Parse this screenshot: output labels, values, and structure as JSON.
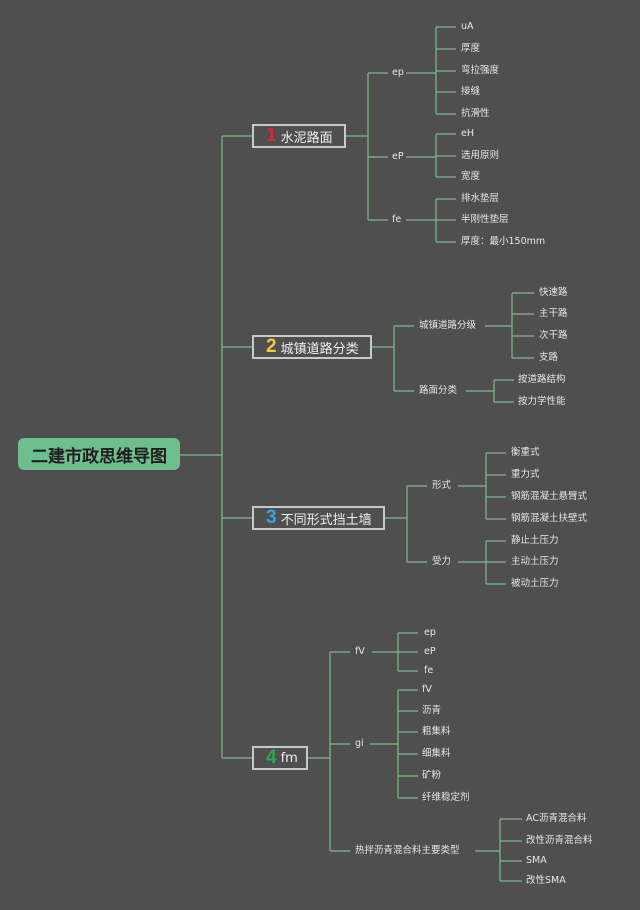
{
  "root": "二建市政思维导图",
  "colors": {
    "background": "#4f4f4f",
    "root_fill": "#6fbf8e",
    "connector": "#7fb88e",
    "num1": "#d8283a",
    "num2": "#f3c83a",
    "num3": "#3b9fe0",
    "num4": "#2fa84a"
  },
  "branches": [
    {
      "num": "1",
      "title": "水泥路面",
      "children": [
        {
          "label": "ep",
          "children": [
            "uA",
            "厚度",
            "弯拉强度",
            "接缝",
            "抗滑性"
          ]
        },
        {
          "label": "eP",
          "children": [
            "eH",
            "选用原则",
            "宽度"
          ]
        },
        {
          "label": "fe",
          "children": [
            "排水垫层",
            "半刚性垫层",
            "厚度：最小150mm"
          ]
        }
      ]
    },
    {
      "num": "2",
      "title": "城镇道路分类",
      "children": [
        {
          "label": "城镇道路分级",
          "children": [
            "快速路",
            "主干路",
            "次干路",
            "支路"
          ]
        },
        {
          "label": "路面分类",
          "children": [
            "按道路结构",
            "按力学性能"
          ]
        }
      ]
    },
    {
      "num": "3",
      "title": "不同形式挡土墙",
      "children": [
        {
          "label": "形式",
          "children": [
            "衡重式",
            "重力式",
            "钢筋混凝土悬臂式",
            "钢筋混凝土扶壁式"
          ]
        },
        {
          "label": "受力",
          "children": [
            "静止土压力",
            "主动土压力",
            "被动土压力"
          ]
        }
      ]
    },
    {
      "num": "4",
      "title": "fm",
      "children": [
        {
          "label": "fV",
          "children": [
            "ep",
            "eP",
            "fe"
          ]
        },
        {
          "label": "gi",
          "children": [
            "fV",
            "沥青",
            "粗集料",
            "细集料",
            "矿粉",
            "纤维稳定剂"
          ]
        },
        {
          "label": "热拌沥青混合料主要类型",
          "children": [
            "AC沥青混合料",
            "改性沥青混合料",
            "SMA",
            "改性SMA"
          ]
        }
      ]
    }
  ]
}
